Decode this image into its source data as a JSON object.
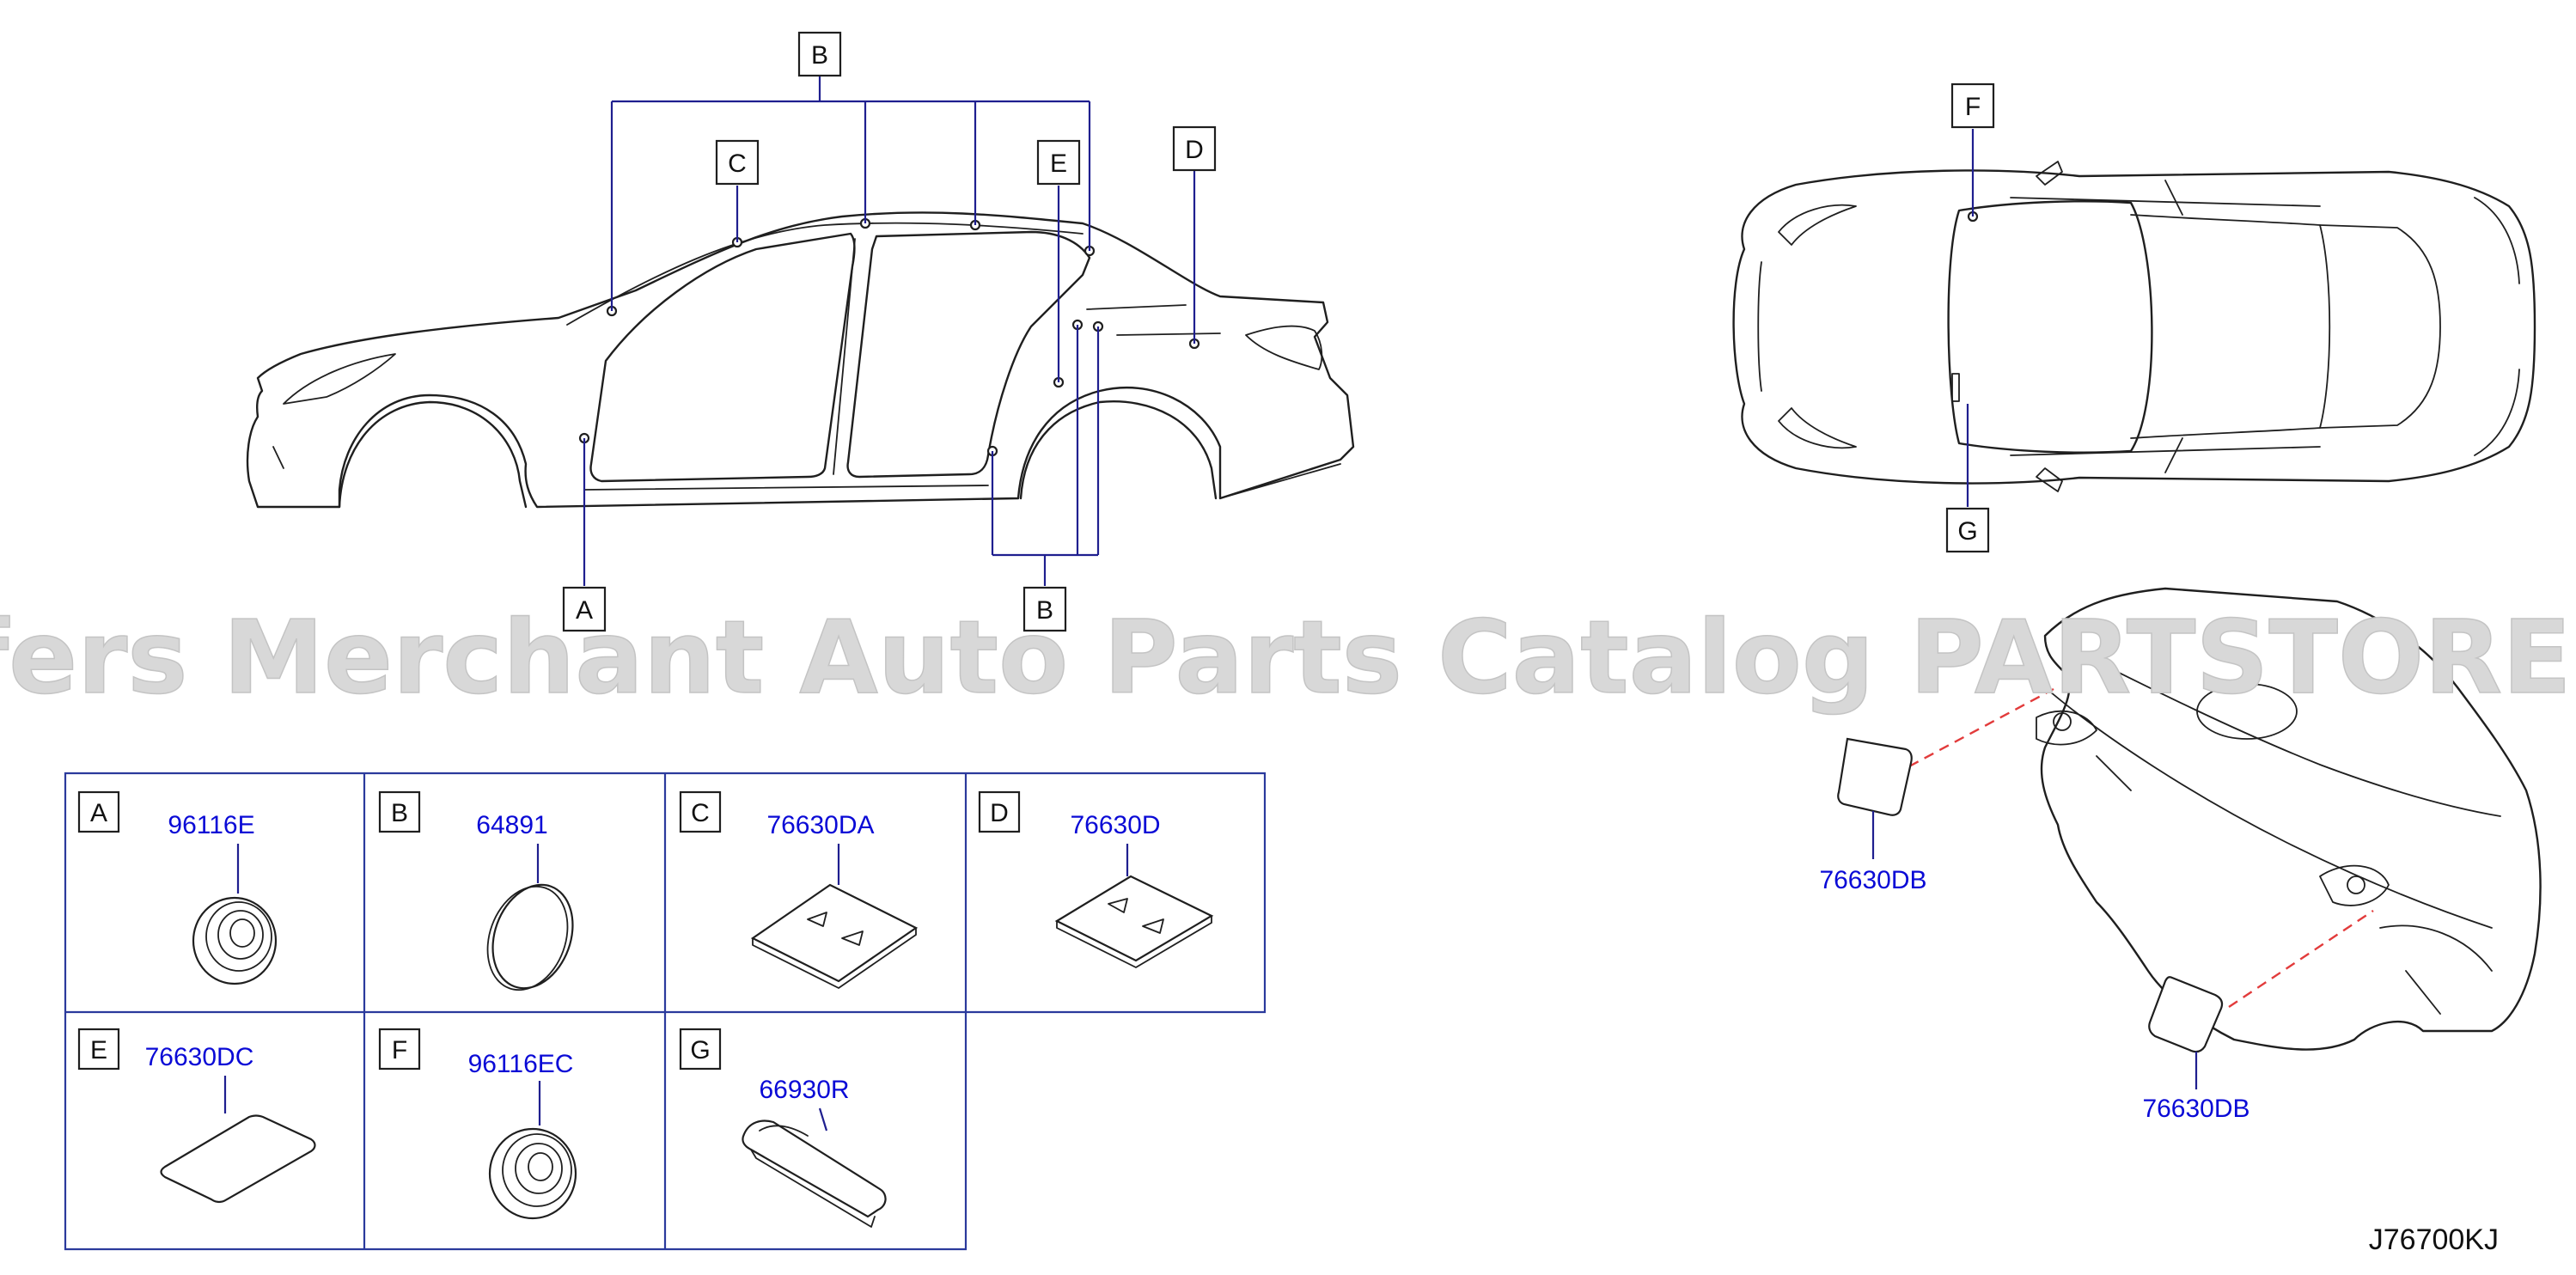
{
  "callouts": {
    "A": "A",
    "B": "B",
    "C": "C",
    "D": "D",
    "E": "E",
    "F": "F",
    "G": "G"
  },
  "parts_table": [
    {
      "key": "A",
      "part": "96116E"
    },
    {
      "key": "B",
      "part": "64891"
    },
    {
      "key": "C",
      "part": "76630DA"
    },
    {
      "key": "D",
      "part": "76630D"
    },
    {
      "key": "E",
      "part": "76630DC"
    },
    {
      "key": "F",
      "part": "96116EC"
    },
    {
      "key": "G",
      "part": "66930R"
    }
  ],
  "floor_parts": [
    "76630DB",
    "76630DB"
  ],
  "watermark": "Offers Merchant Auto Parts Catalog PARTSTORE.SA",
  "drawing_id": "J76700KJ",
  "colors": {
    "part_number": "#0a0ad6",
    "leader_line": "#1f1f8f",
    "table_border": "#2b3a9c",
    "dashed_guide": "#e23b3b",
    "watermark": "#d8d8d8"
  }
}
